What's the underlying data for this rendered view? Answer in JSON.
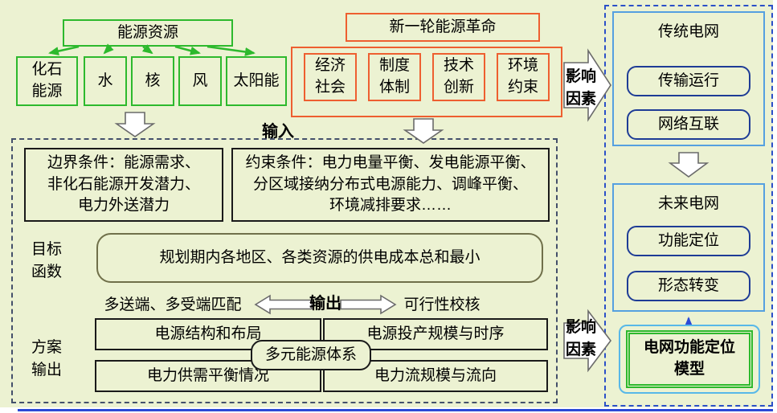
{
  "colors": {
    "background": "#ecf2d2",
    "green": "#2db92d",
    "orange": "#ee5f30",
    "navy": "#1e3c96",
    "light_blue": "#55a0e0",
    "cyan": "#58b8e8",
    "main_dash": "#44506b",
    "panel_dash": "#2b50c8",
    "olive": "#70704a",
    "blue_arrow": "#2b49d6"
  },
  "energy_resources": {
    "title": "能源资源",
    "items": [
      "化石\n能源",
      "水",
      "核",
      "风",
      "太阳能"
    ]
  },
  "energy_revolution": {
    "title": "新一轮能源革命",
    "items": [
      "经济\n社会",
      "制度\n体制",
      "技术\n创新",
      "环境\n约束"
    ]
  },
  "labels": {
    "input": "输入",
    "influence_top": "影响\n因素",
    "influence_bottom": "影响\n因素",
    "output": "输出",
    "match": "多送端、多受端匹配",
    "feasibility": "可行性校核",
    "objective_fn": "目标\n函数",
    "scheme_output": "方案\n输出"
  },
  "planning": {
    "boundary": "边界条件：能源需求、\n非化石能源开发潜力、\n电力外送潜力",
    "constraint": "约束条件：电力电量平衡、发电能源平衡、\n分区域接纳分布式电源能力、调峰平衡、\n环境减排要求……",
    "objective": "规划期内各地区、各类资源的供电成本总和最小",
    "outputs": [
      "电源结构和布局",
      "电源投产规模与时序",
      "电力供需平衡情况",
      "电力流规模与流向"
    ],
    "center": "多元能源体系"
  },
  "grid_panel": {
    "traditional": {
      "title": "传统电网",
      "items": [
        "传输运行",
        "网络互联"
      ]
    },
    "future": {
      "title": "未来电网",
      "items": [
        "功能定位",
        "形态转变"
      ]
    },
    "model": "电网功能定位\n模型"
  }
}
